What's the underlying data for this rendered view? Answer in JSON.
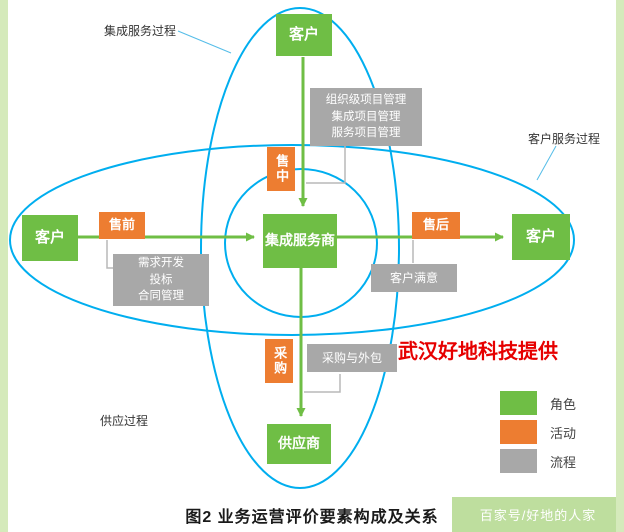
{
  "colors": {
    "role_green": "#6fbe45",
    "activity_orange": "#ed7d31",
    "process_gray": "#a8a8a8",
    "ellipse_blue": "#00aeef",
    "arrow_green": "#6fbe45",
    "provider_red": "#e60000",
    "frame_green": "#d5eabb",
    "watermark_bg": "#bede9e"
  },
  "regions": {
    "integration_label": "集成服务过程",
    "customer_service_label": "客户服务过程",
    "supply_label": "供应过程"
  },
  "nodes": {
    "customer_top": "客户",
    "customer_left": "客户",
    "customer_right": "客户",
    "supplier": "供应商",
    "integrator": "集成服务商",
    "presale": "售前",
    "midsale": "售中",
    "aftersale": "售后",
    "procurement": "采购",
    "org_pm_lines": [
      "组织级项目管理",
      "集成项目管理",
      "服务项目管理"
    ],
    "req_dev_lines": [
      "需求开发",
      "投标",
      "合同管理"
    ],
    "customer_satisfaction": "客户满意",
    "procurement_outsourcing": "采购与外包"
  },
  "legend": {
    "items": [
      {
        "label": "角色",
        "color": "#6fbe45"
      },
      {
        "label": "活动",
        "color": "#ed7d31"
      },
      {
        "label": "流程",
        "color": "#a8a8a8"
      }
    ]
  },
  "provider_text": "武汉好地科技提供",
  "caption": "图2  业务运营评价要素构成及关系",
  "watermark": "百家号/好地的人家"
}
